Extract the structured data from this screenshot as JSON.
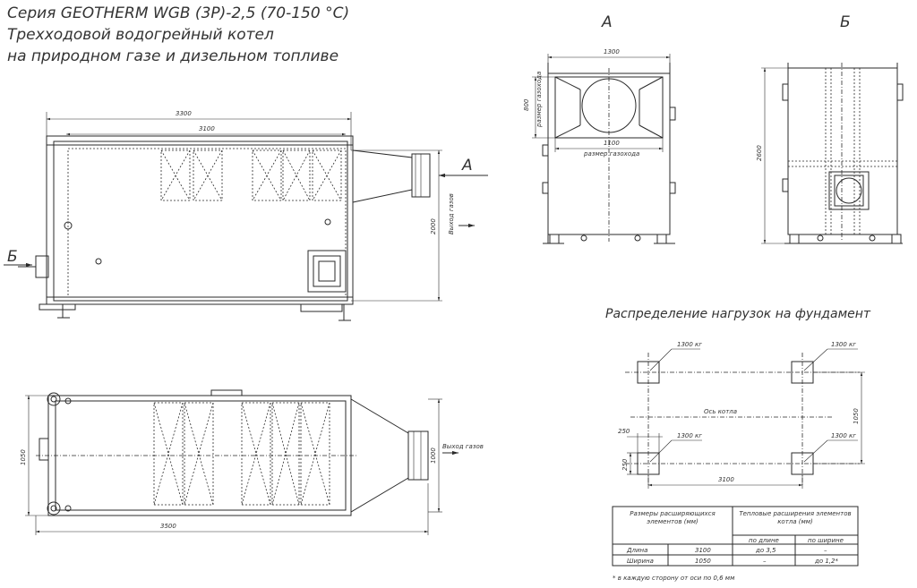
{
  "title": {
    "line1": "Серия GEOTHERM WGB (3P)-2,5  (70-150 °C)",
    "line2": "Трехходовой водогрейный котел",
    "line3": "на природном газе и дизельном топливе"
  },
  "side_view": {
    "dim_overall": "3300",
    "dim_inner": "3100",
    "dim_height": "2000",
    "gas_outlet": "Выход газов",
    "view_a_arrow": "А",
    "view_b_arrow": "Б"
  },
  "top_view": {
    "dim_length": "3500",
    "dim_width": "1050",
    "dim_outlet": "1000",
    "gas_outlet": "Выход газов"
  },
  "view_a": {
    "label": "А",
    "dim_width": "1300",
    "dim_flue_height": "800",
    "flue_height_caption": "размер газохода",
    "dim_flue_width": "1100",
    "flue_width_caption": "размер газохода"
  },
  "view_b": {
    "label": "Б",
    "dim_height": "2600"
  },
  "foundation": {
    "heading": "Распределение нагрузок на фундамент",
    "loads": [
      "1300 кг",
      "1300 кг",
      "1300 кг",
      "1300 кг"
    ],
    "axis": "Ось котла",
    "dim_length": "3100",
    "dim_width": "1050",
    "pad_a": "250",
    "pad_b": "250"
  },
  "table": {
    "col1_header": "Размеры расширяющихся элементов (мм)",
    "col2_header": "Тепловые расширения элементов котла (мм)",
    "sub_length": "по длине",
    "sub_width": "по ширине",
    "rows": [
      {
        "name": "Длина",
        "size": "3100",
        "by_length": "до 3,5",
        "by_width": "–"
      },
      {
        "name": "Ширина",
        "size": "1050",
        "by_length": "–",
        "by_width": "до 1,2*"
      }
    ],
    "footnote": "* в каждую сторону от оси по 0,6 мм"
  }
}
